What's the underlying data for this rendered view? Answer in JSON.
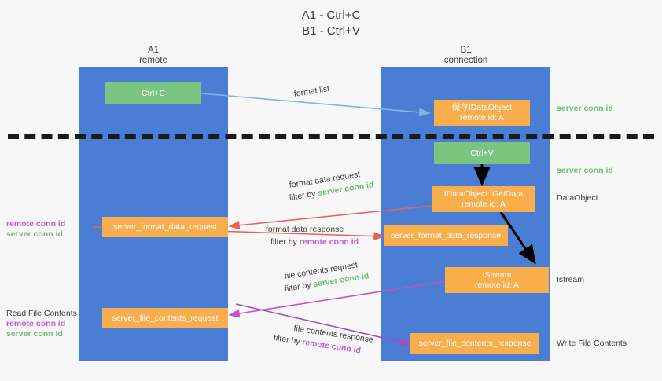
{
  "title": "A1 - Ctrl+C\nB1 - Ctrl+V",
  "columns": [
    {
      "name": "A1",
      "subtitle": "remote",
      "header": "A1\nremote"
    },
    {
      "name": "B1",
      "subtitle": "connection",
      "header": "B1\nconnection"
    }
  ],
  "nodes": {
    "ctrl_c": {
      "label": "Ctrl+C",
      "color": "#7ac57f",
      "lane": "A1"
    },
    "ctrl_v": {
      "label": "Ctrl+V",
      "color": "#7ac57f",
      "lane": "B1"
    },
    "save_idataobject": {
      "label": "保存IDataObject\nremote id: A",
      "color": "#f9ae4d",
      "lane": "B1"
    },
    "getdata": {
      "label": "IDataObject::GetData\nremote id: A",
      "color": "#f9ae4d",
      "lane": "B1"
    },
    "istream": {
      "label": "IStream\nremote id: A",
      "color": "#f9ae4d",
      "lane": "B1"
    },
    "server_format_data_request": {
      "label": "server_format_data_request",
      "color": "#f9ae4d",
      "lane": "A1"
    },
    "server_format_data_response": {
      "label": "server_format_data_response",
      "color": "#f9ae4d",
      "lane": "B1"
    },
    "server_file_contents_request": {
      "label": "server_file_contents_request",
      "color": "#f9ae4d",
      "lane": "A1"
    },
    "server_file_contents_response": {
      "label": "server_file_contents_response",
      "color": "#f9ae4d",
      "lane": "B1"
    }
  },
  "edge_labels": {
    "format_list": "format list",
    "format_data_request": "format data request",
    "format_data_request_filter_prefix": "filter by ",
    "format_data_request_filter_key": "server conn id",
    "format_data_response": "format data response",
    "format_data_response_filter_prefix": "filter by ",
    "format_data_response_filter_key": "remote conn id",
    "file_contents_request": "file contents request",
    "file_contents_request_filter_prefix": "filter by ",
    "file_contents_request_filter_key": "server conn id",
    "file_contents_response": "file contents response",
    "file_contents_response_filter_prefix": "filter by ",
    "file_contents_response_filter_key": "remote conn id"
  },
  "right_annotations": [
    {
      "text": "server conn id",
      "style": "green"
    },
    {
      "text": "server conn id",
      "style": "green"
    },
    {
      "text": "DataObject",
      "style": "plain"
    },
    {
      "text": "Istream",
      "style": "plain"
    },
    {
      "text": "Write File Contents",
      "style": "plain"
    }
  ],
  "left_annotations": {
    "format_remote": "remote conn id",
    "format_server": "server conn id",
    "read_file_contents": "Read File Contents",
    "file_remote": "remote conn id",
    "file_server": "server conn id"
  },
  "colors": {
    "lane": "#4a7ed4",
    "green_node": "#7ac57f",
    "orange_node": "#f9ae4d",
    "remote_conn_id": "#bb5fd0",
    "server_conn_id": "#6fbb72",
    "arrow_blue": "#7fb4e8",
    "arrow_red": "#e8645a",
    "arrow_magenta": "#c850c8",
    "arrow_purple": "#a64bc4",
    "arrow_black": "#000000",
    "background": "#f7f7f7"
  }
}
